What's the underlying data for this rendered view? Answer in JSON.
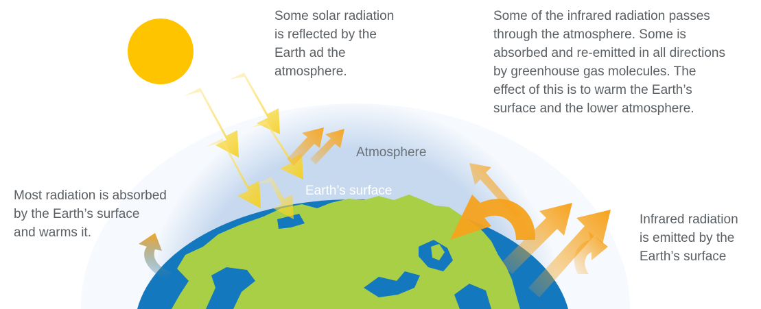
{
  "captions": {
    "solar_reflected": "Some solar radiation\nis reflected by the\nEarth ad the\natmosphere.",
    "infrared_passes": "Some of the infrared radiation passes\nthrough the atmosphere. Some is\nabsorbed and re-emitted in all directions\nby greenhouse gas molecules. The\neffect of this is to warm the Earth’s\nsurface and the lower atmosphere.",
    "most_absorbed": "Most radiation is absorbed\nby the Earth’s surface\nand warms it.",
    "infrared_emitted": "Infrared radiation\nis emitted by the\nEarth’s surface"
  },
  "labels": {
    "atmosphere": "Atmosphere",
    "earth_surface": "Earth’s surface"
  },
  "colors": {
    "sun": "#ffc400",
    "atmosphere": "#dfe9f6",
    "ocean": "#1478bf",
    "land": "#a8cf45",
    "solar_arrow": "#f8d21b",
    "infrared_arrow": "#f5a623",
    "text": "#5a5f63",
    "label_on_ocean": "#ffffff",
    "label_on_atmosphere": "#6a7077"
  }
}
